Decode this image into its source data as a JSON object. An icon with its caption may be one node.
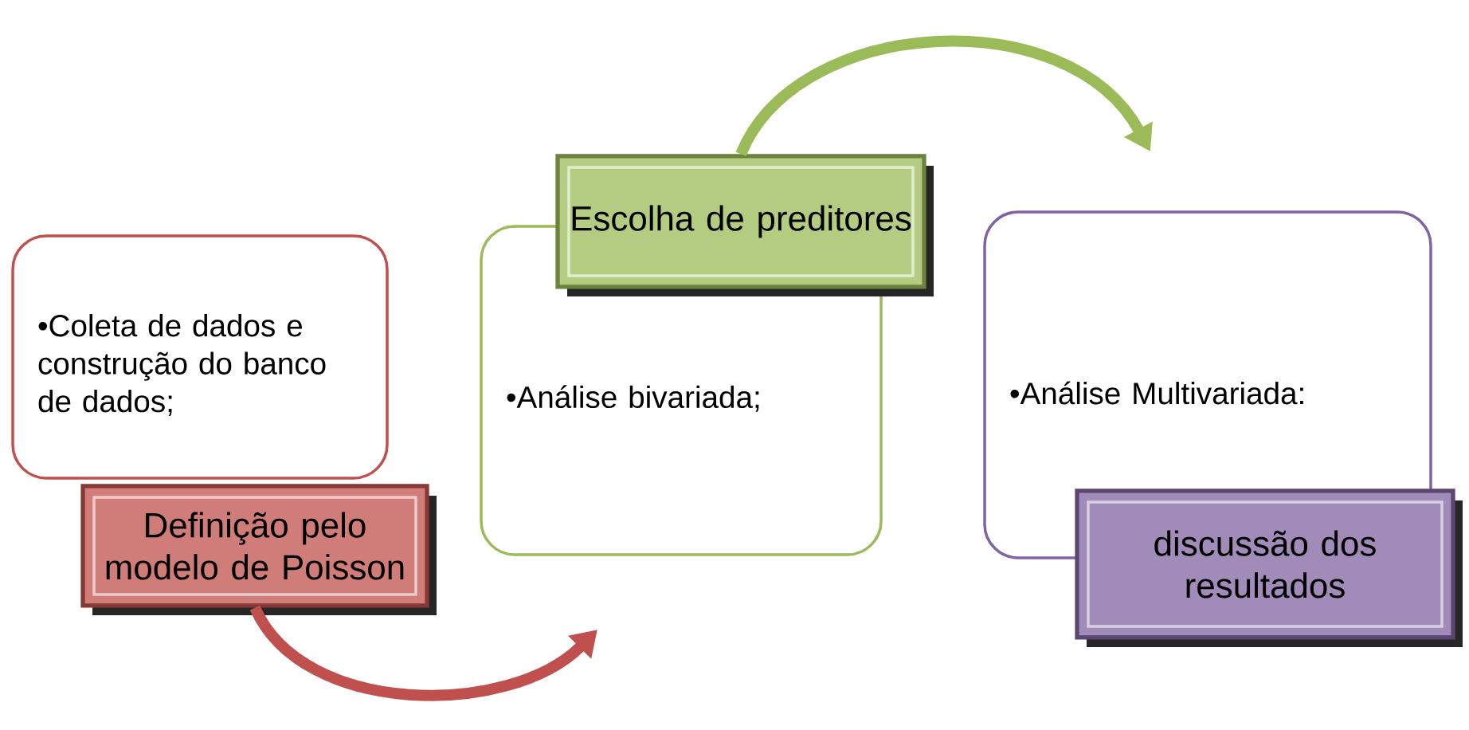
{
  "diagram": {
    "nodes": [
      {
        "text": [
          "•Coleta de dados e construção do banco de dados;"
        ]
      },
      {
        "text": [
          "Definição pelo modelo de Poisson"
        ]
      },
      {
        "text": [
          "•Análise bivariada;"
        ]
      },
      {
        "text": [
          "Escolha de preditores"
        ]
      },
      {
        "text": [
          "•Análise Multivariada:"
        ]
      },
      {
        "text": [
          "discussão dos resultados"
        ]
      }
    ],
    "edges": [
      {
        "from": 1,
        "to": null,
        "arrow": "to",
        "color": "#c0504d"
      },
      {
        "from": 3,
        "to": null,
        "arrow": "to",
        "color": "#9bbb59"
      }
    ]
  }
}
